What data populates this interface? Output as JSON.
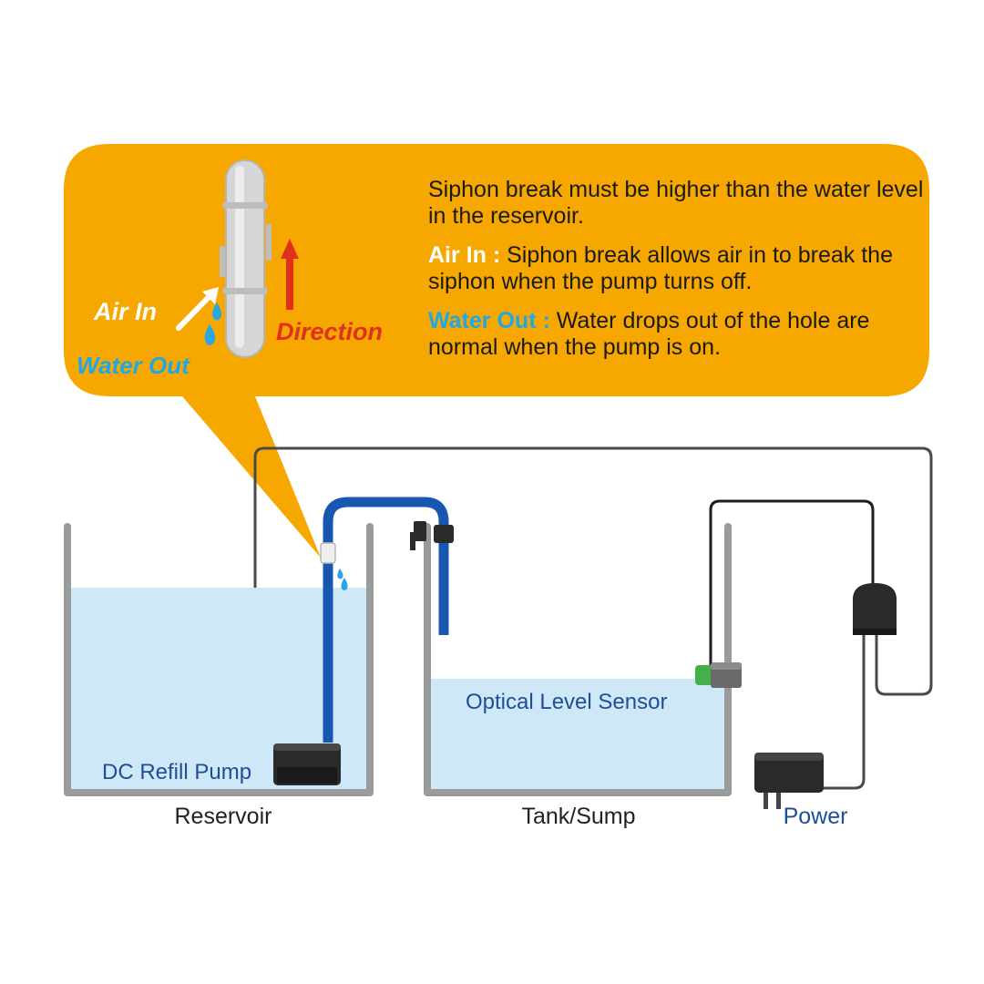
{
  "callout": {
    "icon_labels": {
      "air_in": "Air In",
      "water_out": "Water Out",
      "direction": "Direction"
    },
    "paragraphs": [
      {
        "keyword": "",
        "text": "Siphon break must be higher than the water level in the reservoir."
      },
      {
        "keyword": "Air In :",
        "text": "Siphon break allows air in to break the  siphon when the pump turns off."
      },
      {
        "keyword": "Water Out :",
        "text": "Water drops out of the hole are normal when the pump is on."
      }
    ]
  },
  "labels": {
    "pump": "DC Refill Pump",
    "reservoir": "Reservoir",
    "sensor": "Optical Level Sensor",
    "tank": "Tank/Sump",
    "power": "Power"
  },
  "colors": {
    "callout_bg": "#f7a800",
    "water": "#cfe8f7",
    "tube": "#1857b0",
    "tank_wall": "#9a9a9a",
    "label_blue": "#1f4e99",
    "arrow_red": "#e0321b",
    "water_out_blue": "#1fa8e6",
    "sensor_green": "#45b04a"
  }
}
